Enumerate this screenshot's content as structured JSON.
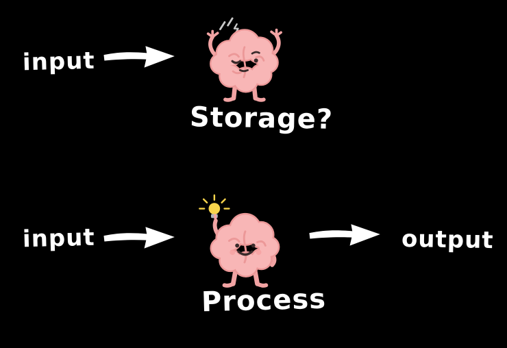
{
  "page": {
    "background": "#000000",
    "text_color": "#ffffff"
  },
  "diagram": {
    "top_flow": {
      "input_label": "input",
      "node_label": "Storage?"
    },
    "bottom_flow": {
      "input_label": "input",
      "node_label": "Process",
      "output_label": "output"
    },
    "icons": {
      "arrow": "hand-drawn right arrow",
      "storage_brain": "annoyed winking cartoon brain with irritation marks",
      "process_brain": "happy cartoon brain pointing at glowing lightbulb"
    },
    "colors": {
      "background": "#000000",
      "text": "#ffffff",
      "arrow": "#ffffff",
      "brain_fill": "#f8b6b6",
      "brain_outline": "#ec9898",
      "limbs": "#f2a3a3",
      "bulb": "#f7d44c",
      "irritation_marks": "#c9c9c9"
    }
  }
}
